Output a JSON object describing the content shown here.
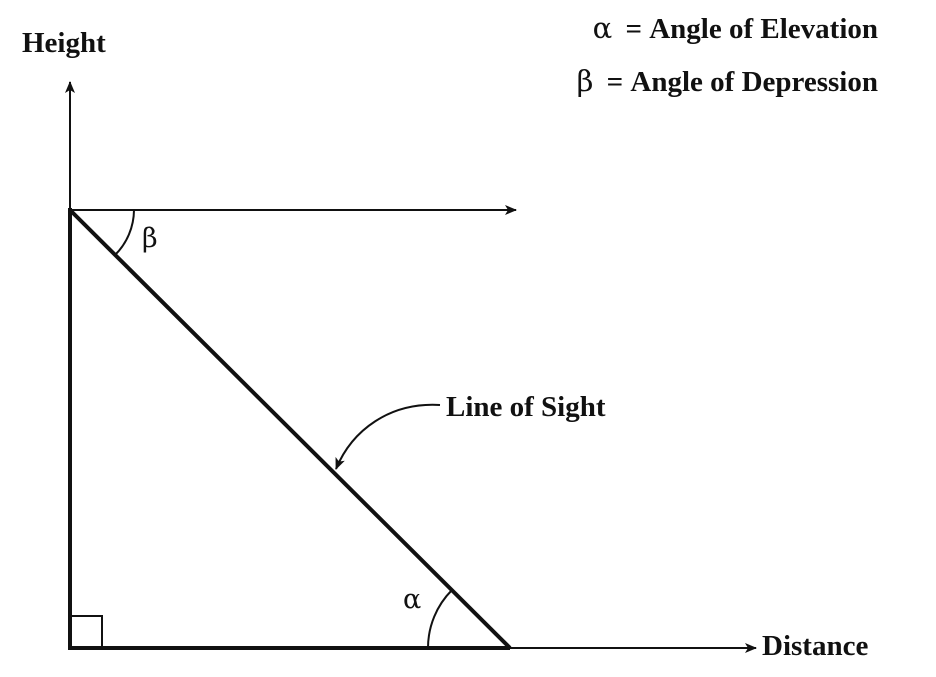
{
  "axes": {
    "vertical_label": "Height",
    "horizontal_label": "Distance"
  },
  "legend": {
    "alpha_symbol": "α",
    "alpha_text": "= Angle of Elevation",
    "beta_symbol": "β",
    "beta_text": "= Angle of Depression"
  },
  "callout": {
    "text": "Line of Sight"
  },
  "angles": {
    "alpha": "α",
    "beta": "β"
  },
  "colors": {
    "stroke": "#111111",
    "background": "#ffffff"
  }
}
